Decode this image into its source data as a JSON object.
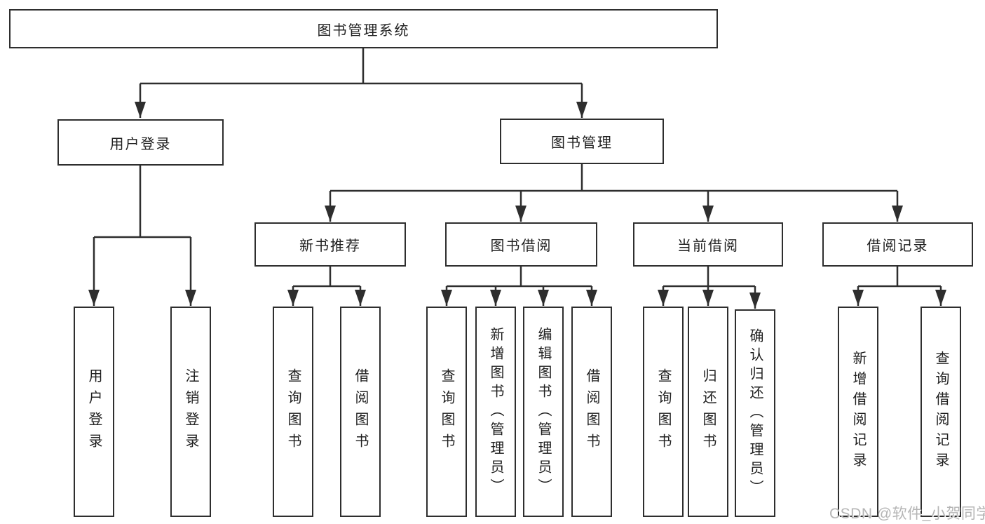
{
  "tree": {
    "root": {
      "label": "图书管理系统"
    },
    "level2": [
      {
        "label": "用户登录"
      },
      {
        "label": "图书管理"
      }
    ],
    "level3": [
      {
        "label": "新书推荐"
      },
      {
        "label": "图书借阅"
      },
      {
        "label": "当前借阅"
      },
      {
        "label": "借阅记录"
      }
    ],
    "leaves": {
      "user_login": [
        {
          "label": "用户登录"
        },
        {
          "label": "注销登录"
        }
      ],
      "new_book_recommend": [
        {
          "label": "查询图书"
        },
        {
          "label": "借阅图书"
        }
      ],
      "book_borrow": [
        {
          "label": "查询图书"
        },
        {
          "label": "新增图书（管理员）"
        },
        {
          "label": "编辑图书（管理员）"
        },
        {
          "label": "借阅图书"
        }
      ],
      "current_borrow": [
        {
          "label": "查询图书"
        },
        {
          "label": "归还图书"
        },
        {
          "label": "确认归还（管理员）"
        }
      ],
      "borrow_records": [
        {
          "label": "新增借阅记录"
        },
        {
          "label": "查询借阅记录"
        }
      ]
    }
  },
  "watermark": {
    "text": "CSDN @软件_小贺同学"
  },
  "colors": {
    "line": "#2e2e2e",
    "box_border": "#2e2e2e",
    "box_background": "#ffffff",
    "text": "#1f1f1f",
    "watermark": "#b5b5b5",
    "page_background": "#ffffff"
  }
}
